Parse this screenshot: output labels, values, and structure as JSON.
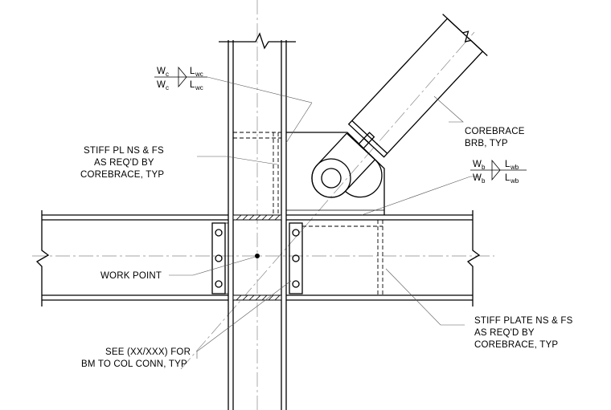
{
  "labels": {
    "corebrace_1": "COREBRACE",
    "corebrace_2": "BRB, TYP",
    "stiff_pl_1": "STIFF PL NS & FS",
    "stiff_pl_2": "AS REQ'D BY",
    "stiff_pl_3": "COREBRACE, TYP",
    "work_point": "WORK POINT",
    "stiff_plate_1": "STIFF PLATE NS & FS",
    "stiff_plate_2": "AS REQ'D BY",
    "stiff_plate_3": "COREBRACE, TYP",
    "see_1": "SEE (XX/XXX) FOR",
    "see_2": "BM TO COL CONN, TYP"
  },
  "weld_column": {
    "w": "W",
    "w_sub": "c",
    "l": "L",
    "l_sub": "wc"
  },
  "weld_beam": {
    "w": "W",
    "w_sub": "b",
    "l": "L",
    "l_sub": "wb"
  }
}
